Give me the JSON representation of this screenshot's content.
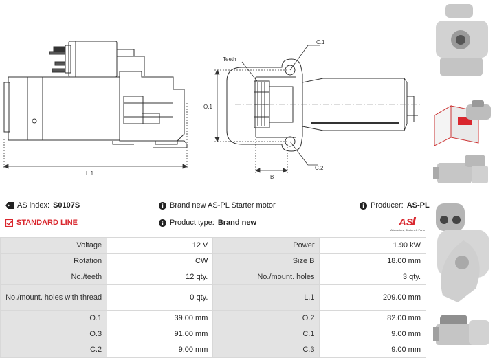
{
  "drawing": {
    "labels": {
      "l1": "L.1",
      "o1": "O.1",
      "c1": "C.1",
      "c2": "C.2",
      "b": "B",
      "teeth": "Teeth"
    }
  },
  "info": {
    "as_index_label": "AS index:",
    "as_index_value": "S0107S",
    "description": "Brand new AS-PL Starter motor",
    "producer_label": "Producer:",
    "producer_value": "AS-PL",
    "line": "STANDARD LINE",
    "product_type_label": "Product type:",
    "product_type_value": "Brand new"
  },
  "logo": {
    "mark": "AS",
    "tagline": "Alternators, Starters & Parts"
  },
  "specs": [
    {
      "k1": "Voltage",
      "v1": "12 V",
      "k2": "Power",
      "v2": "1.90 kW"
    },
    {
      "k1": "Rotation",
      "v1": "CW",
      "k2": "Size B",
      "v2": "18.00 mm"
    },
    {
      "k1": "No./teeth",
      "v1": "12 qty.",
      "k2": "No./mount. holes",
      "v2": "3 qty."
    },
    {
      "k1": "No./mount. holes with thread",
      "v1": "0 qty.",
      "k2": "L.1",
      "v2": "209.00 mm"
    },
    {
      "k1": "O.1",
      "v1": "39.00 mm",
      "k2": "O.2",
      "v2": "82.00 mm"
    },
    {
      "k1": "O.3",
      "v1": "91.00 mm",
      "k2": "C.1",
      "v2": "9.00 mm"
    },
    {
      "k1": "C.2",
      "v1": "9.00 mm",
      "k2": "C.3",
      "v2": "9.00 mm"
    }
  ],
  "colors": {
    "accent": "#d9272e",
    "key_bg": "#e3e3e3",
    "border": "#d8d8d8"
  }
}
